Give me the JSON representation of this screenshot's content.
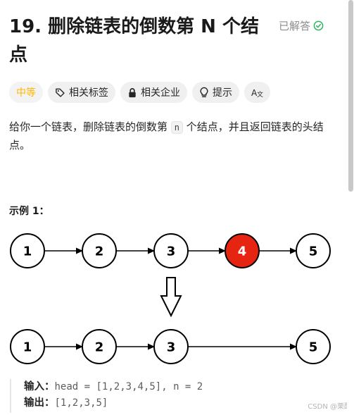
{
  "problem": {
    "title": "19. 删除链表的倒数第 N 个结点",
    "solved_label": "已解答"
  },
  "tags": [
    {
      "label": "中等",
      "icon": ""
    },
    {
      "label": "相关标签",
      "icon": "tag-icon"
    },
    {
      "label": "相关企业",
      "icon": "lock-icon"
    },
    {
      "label": "提示",
      "icon": "lightbulb-icon"
    },
    {
      "label": "",
      "icon": "translate-icon"
    }
  ],
  "description": {
    "part1": "给你一个链表，删除链表的倒数第 ",
    "code": "n",
    "part2": " 个结点，并且返回链表的头结点。"
  },
  "example": {
    "title": "示例 1：",
    "input_label": "输入：",
    "input_value": "head = [1,2,3,4,5], n = 2",
    "output_label": "输出：",
    "output_value": "[1,2,3,5]"
  },
  "diagram": {
    "before": [
      "1",
      "2",
      "3",
      "4",
      "5"
    ],
    "removed_index": 3,
    "after": [
      "1",
      "2",
      "3",
      "5"
    ],
    "highlight_color": "#e62412"
  },
  "colors": {
    "difficulty": "#ffb800",
    "solved_check": "#2db55d"
  },
  "watermark": "CSDN @栗酥"
}
